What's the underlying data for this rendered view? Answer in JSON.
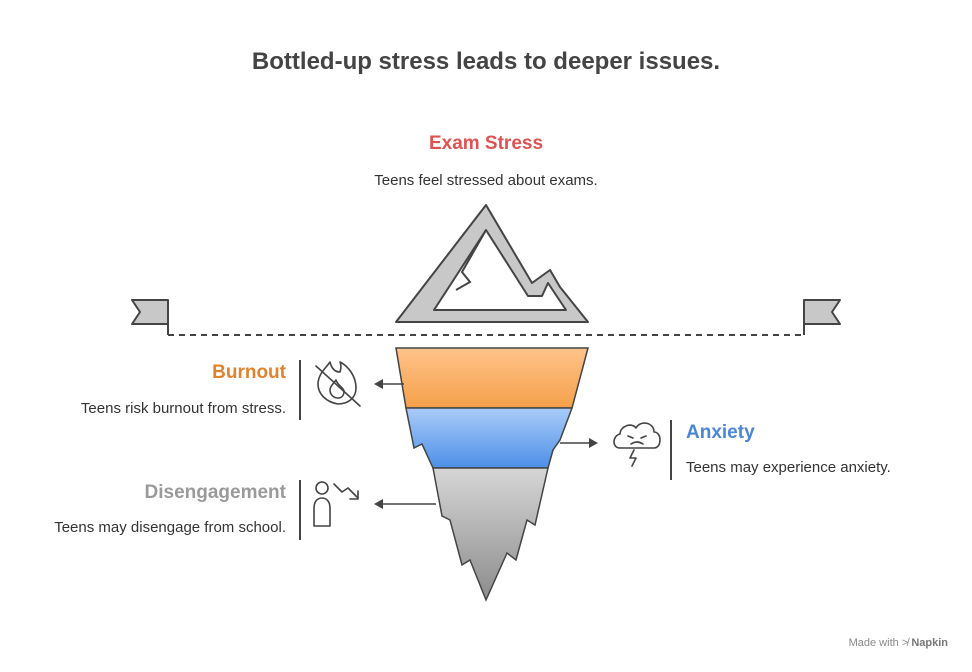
{
  "title": "Bottled-up stress leads to deeper issues.",
  "sections": {
    "exam_stress": {
      "heading": "Exam Stress",
      "description": "Teens feel stressed about exams."
    },
    "burnout": {
      "heading": "Burnout",
      "description": "Teens risk burnout from stress."
    },
    "anxiety": {
      "heading": "Anxiety",
      "description": "Teens may experience anxiety."
    },
    "disengagement": {
      "heading": "Disengagement",
      "description": "Teens may disengage from school."
    }
  },
  "footer": {
    "made_with": "Made with",
    "brand": "Napkin"
  },
  "colors": {
    "exam_stress": "#e05252",
    "burnout": "#e0832f",
    "anxiety": "#4a86d8",
    "disengagement": "#9a9a9a"
  },
  "icons": {
    "burnout": "no-fire-icon",
    "anxiety": "storm-cloud-icon",
    "disengagement": "person-down-arrow-icon"
  }
}
